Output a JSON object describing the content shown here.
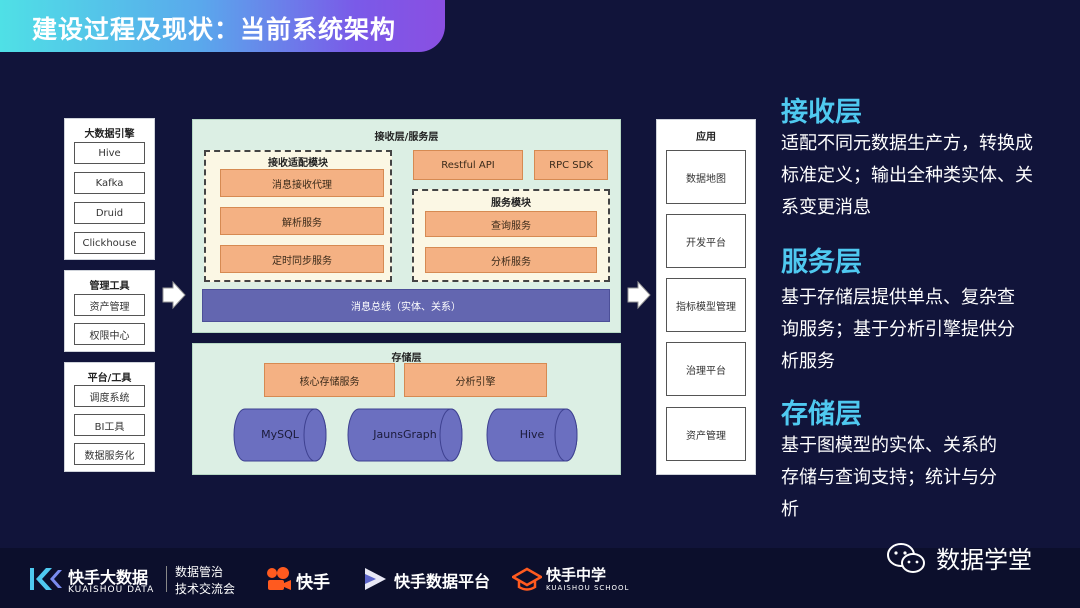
{
  "title": "建设过程及现状：当前系统架构",
  "left": {
    "big_data": {
      "header": "大数据引擎",
      "items": [
        "Hive",
        "Kafka",
        "Druid",
        "Clickhouse"
      ]
    },
    "mgmt": {
      "header": "管理工具",
      "items": [
        "资产管理",
        "权限中心"
      ]
    },
    "platform": {
      "header": "平台/工具",
      "items": [
        "调度系统",
        "BI工具",
        "数据服务化"
      ]
    }
  },
  "middle": {
    "recv_layer": {
      "header": "接收层/服务层",
      "adapter": {
        "header": "接收适配模块",
        "items": [
          "消息接收代理",
          "解析服务",
          "定时同步服务"
        ]
      },
      "restful": "Restful API",
      "rpc": "RPC SDK",
      "service": {
        "header": "服务模块",
        "items": [
          "查询服务",
          "分析服务"
        ]
      },
      "bus": "消息总线（实体、关系）"
    },
    "storage_layer": {
      "header": "存储层",
      "core": "核心存储服务",
      "engine": "分析引擎",
      "dbs": [
        "MySQL",
        "JaunsGraph",
        "Hive"
      ]
    }
  },
  "apps": {
    "header": "应用",
    "items": [
      "数据地图",
      "开发平台",
      "指标模型管理",
      "治理平台",
      "资产管理"
    ]
  },
  "side": [
    {
      "heading": "接收层",
      "lines": [
        "适配不同元数据生产方，转换成",
        "标准定义；输出全种类实体、关",
        "系变更消息"
      ]
    },
    {
      "heading": "服务层",
      "lines": [
        "基于存储层提供单点、复杂查",
        "询服务；基于分析引擎提供分",
        "析服务"
      ]
    },
    {
      "heading": "存储层",
      "lines": [
        "基于图模型的实体、关系的",
        "存储与查询支持；统计与分",
        "析"
      ]
    }
  ],
  "footer": {
    "brand": "快手大数据",
    "brand_en": "KUAISHOU DATA",
    "sub1": "数据管治",
    "sub2": "技术交流会",
    "kuaishou": "快手",
    "platform": "快手数据平台",
    "school": "快手中学",
    "school_en": "KUAISHOU SCHOOL",
    "wechat": "数据学堂"
  },
  "colors": {
    "accent": "#4fc9f0",
    "background": "#11143a",
    "orange": "#f4b183",
    "green_panel": "#dcefe4",
    "bus": "#6366b0"
  }
}
